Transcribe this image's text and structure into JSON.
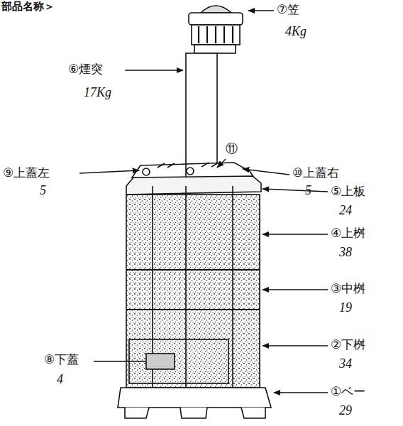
{
  "diagram": {
    "title": "部品名称＞",
    "labels": [
      "⑦笠",
      "4Kg",
      "⑥煙突",
      "17Kg",
      "⑪",
      "⑨上蓋左",
      "5",
      "⑩上蓋右",
      "5",
      "⑤上板",
      "24",
      "④上桝",
      "38",
      "③中桝",
      "19",
      "②下桝",
      "34",
      "⑧下蓋",
      "4",
      "①ベー",
      "29"
    ]
  }
}
